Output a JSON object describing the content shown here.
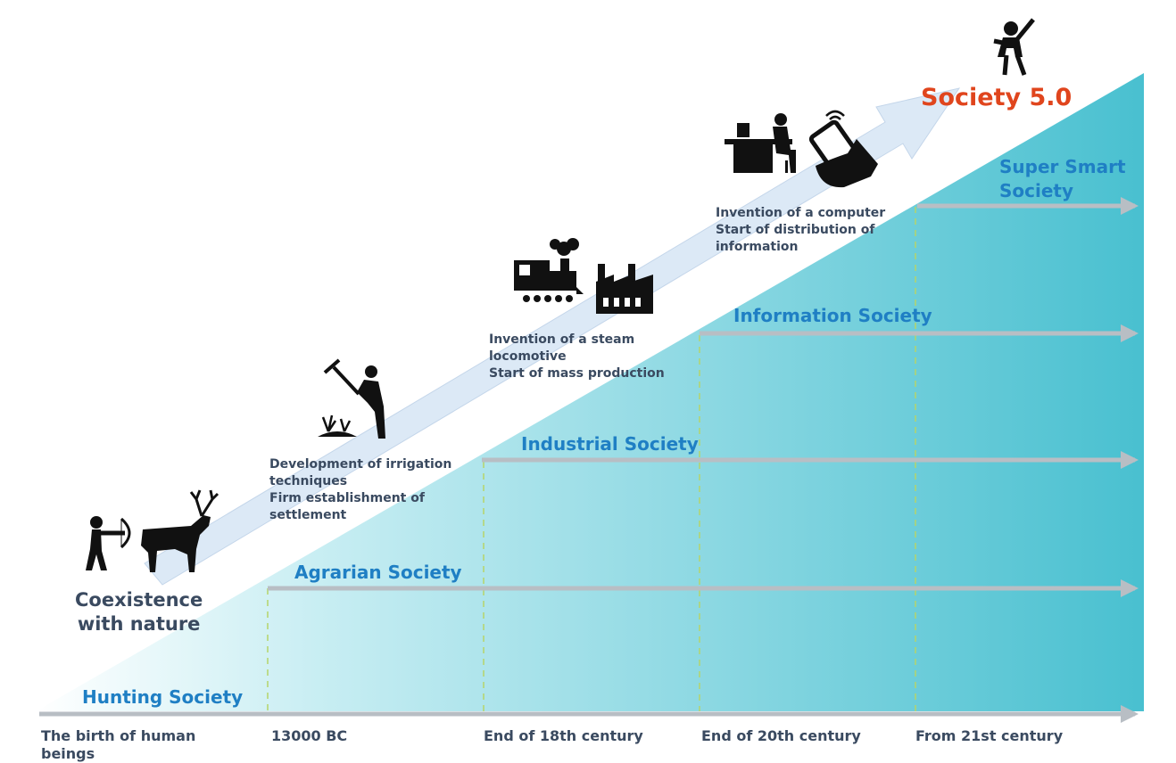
{
  "eras": [
    "Hunting Society",
    "Agrarian Society",
    "Industrial Society",
    "Information Society",
    "Super Smart\nSociety"
  ],
  "society50": "Society 5.0",
  "coexistence": "Coexistence\nwith nature",
  "milestones": [
    "Development of irrigation\ntechniques\nFirm establishment of\nsettlement",
    "Invention of a steam\nlocomotive\nStart of mass production",
    "Invention of a computer\nStart of distribution of\ninformation"
  ],
  "ticks": [
    "The birth of human\nbeings",
    "13000 BC",
    "End of 18th century",
    "End of 20th century",
    "From 21st century"
  ],
  "colors": {
    "teal": "#49c0d0",
    "teal_light": "#e8f7fa",
    "era_text": "#1f7fc4",
    "society50": "#e0451d",
    "desc_text": "#3a4a60",
    "arrow_gray": "#b8bec4",
    "dash": "#b5d46a",
    "big_arrow": "#dce9f6"
  },
  "icons": [
    "hunter-icon",
    "deer-icon",
    "farmer-icon",
    "locomotive-icon",
    "factory-icon",
    "office-worker-icon",
    "smartphone-hand-icon",
    "cheering-person-icon"
  ]
}
